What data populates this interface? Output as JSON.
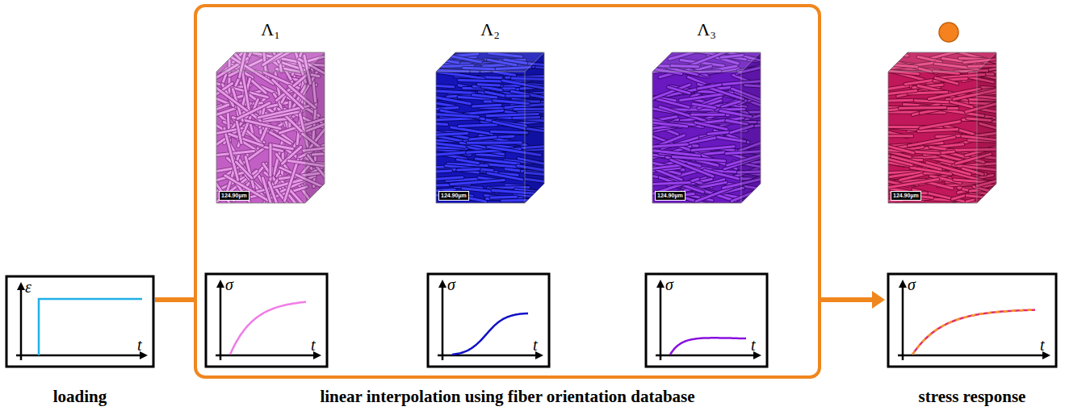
{
  "diagram": {
    "nodes": [
      {
        "text": [
          "loading"
        ]
      },
      {
        "text": [
          "linear interpolation using fiber orientation database"
        ]
      },
      {
        "text": [
          "Λ₁"
        ],
        "in": 1
      },
      {
        "text": [
          "Λ₂"
        ],
        "in": 1
      },
      {
        "text": [
          "Λ₃"
        ],
        "in": 1
      },
      {
        "text": [
          "stress response"
        ]
      }
    ],
    "edges": [
      {
        "from": 0,
        "to": 1,
        "arrow": "none"
      },
      {
        "from": 1,
        "to": 5,
        "arrow": "to"
      }
    ],
    "labels": [
      "ε",
      "t",
      "124.90µm",
      "σ",
      "t",
      "124.90µm",
      "σ",
      "t",
      "124.90µm",
      "σ",
      "t",
      "124.90µm",
      "σ",
      "t"
    ]
  }
}
